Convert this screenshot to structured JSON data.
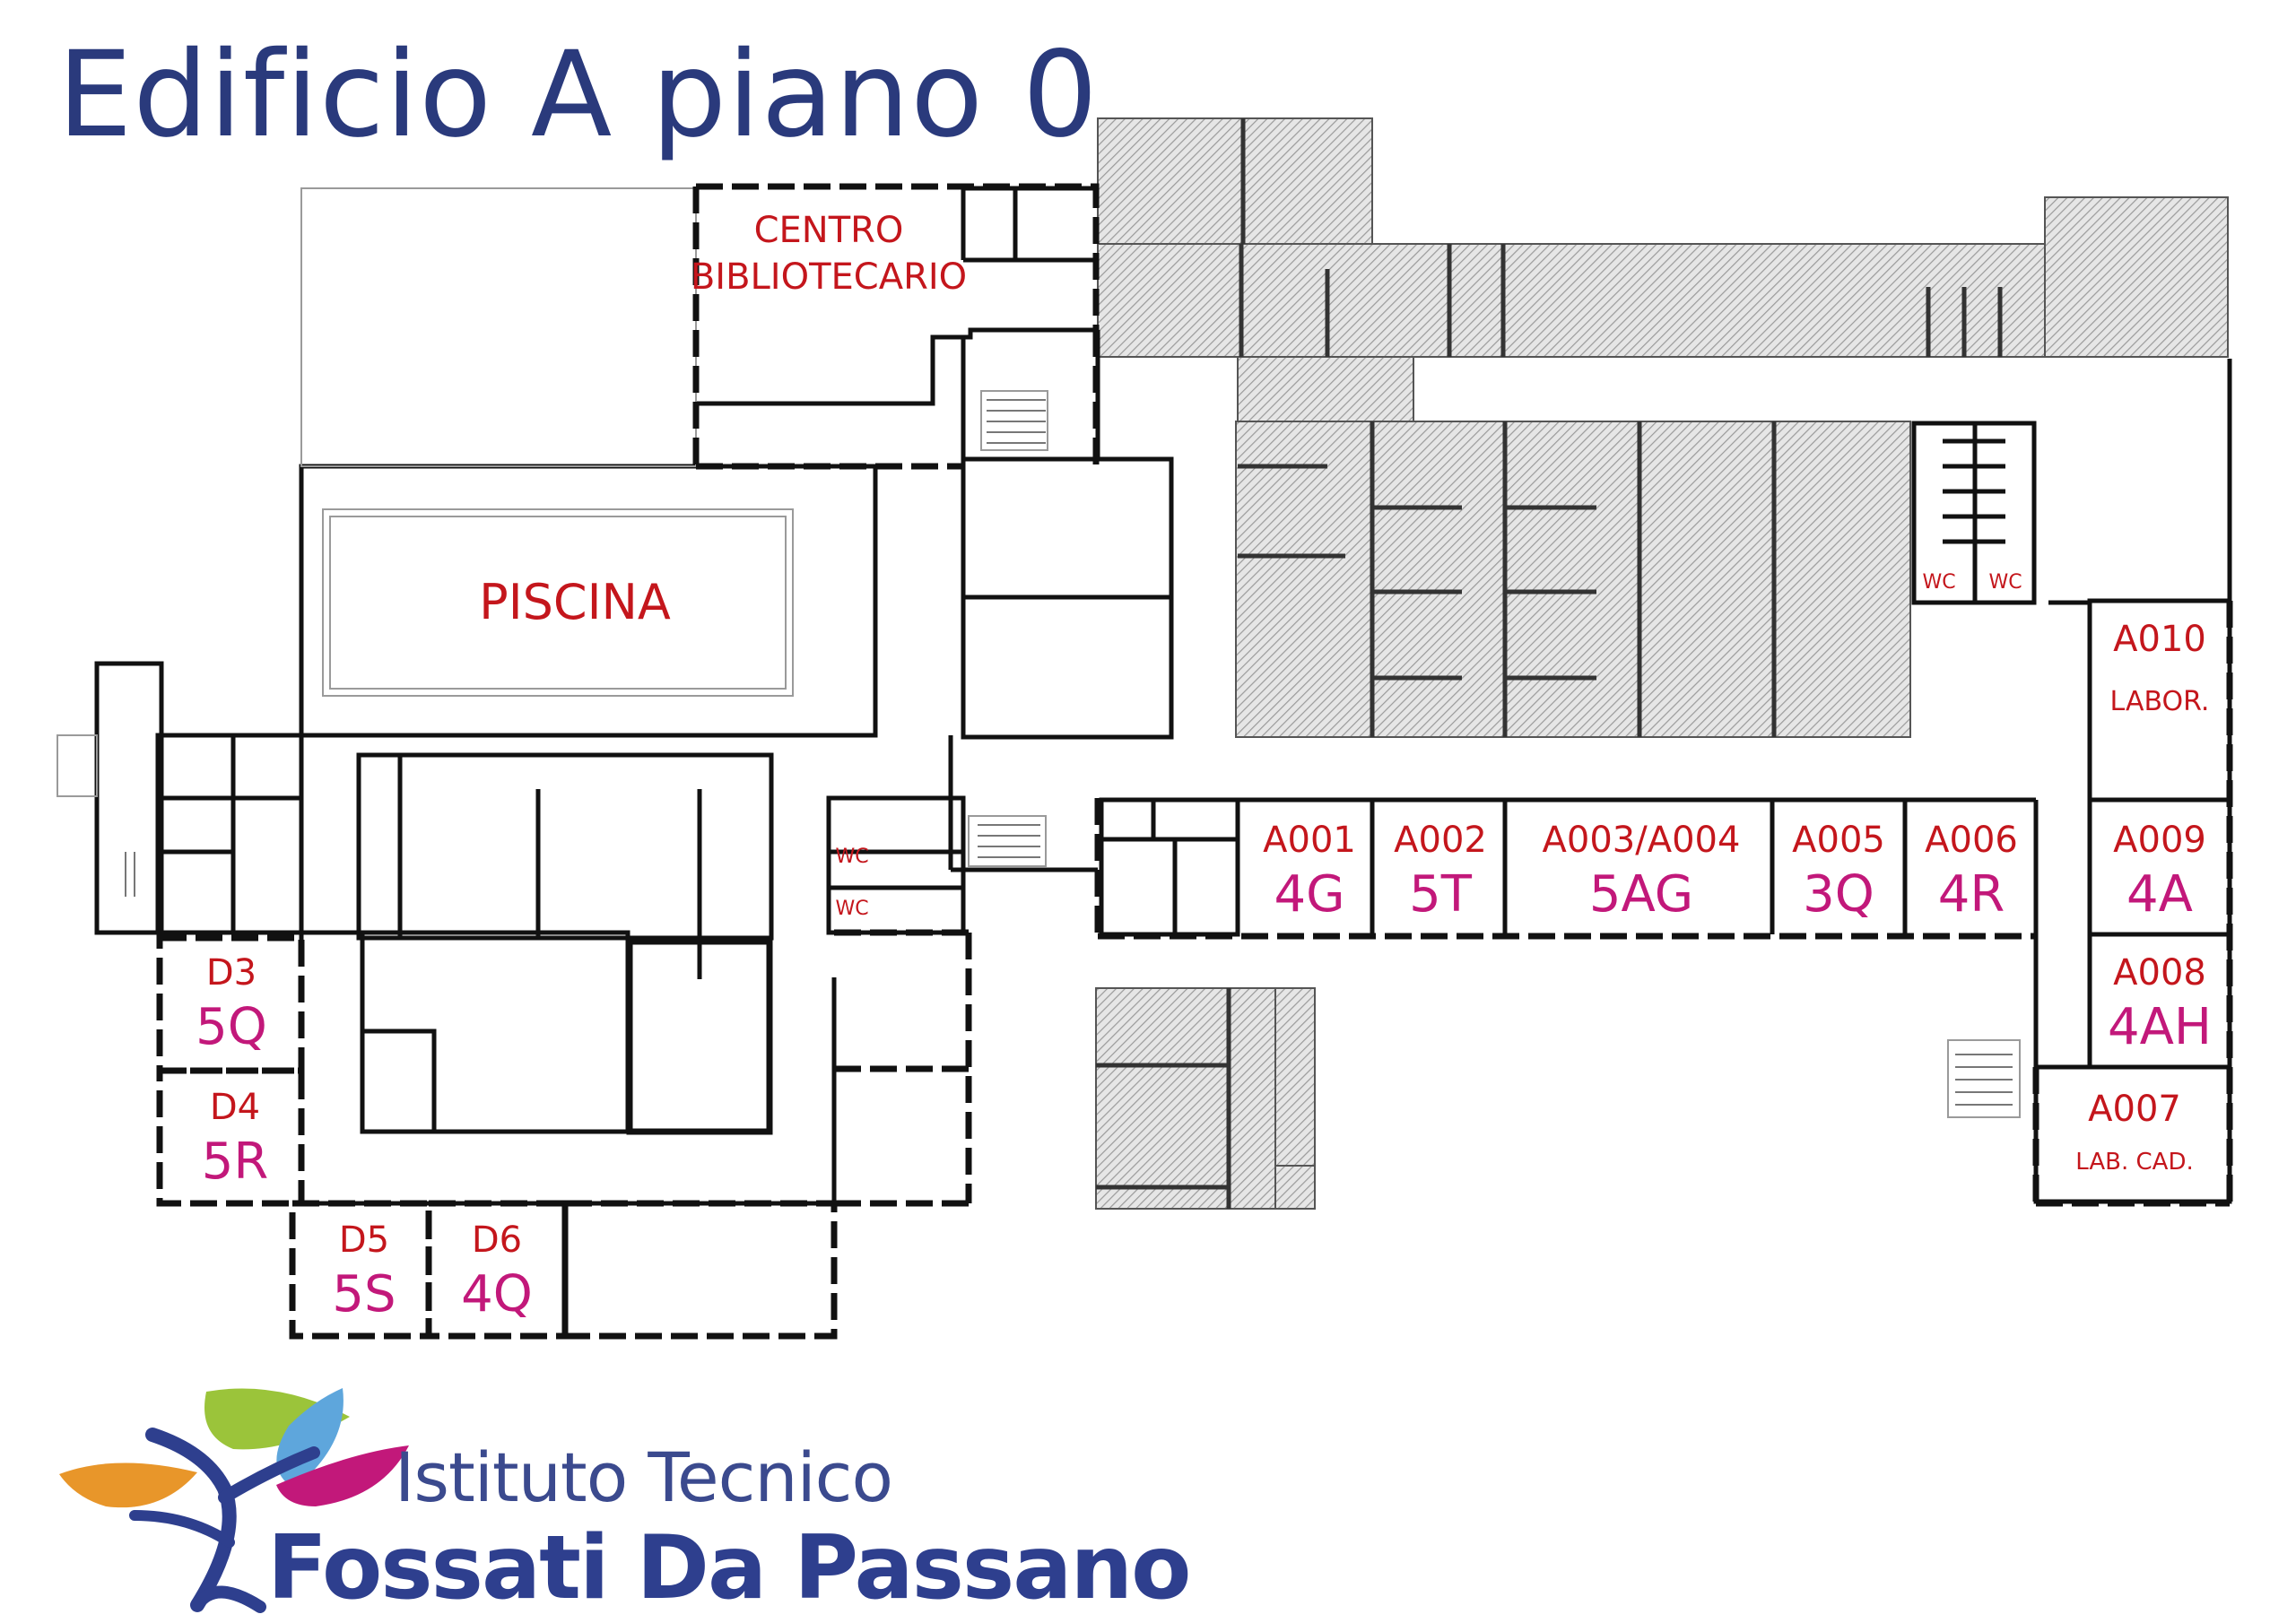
{
  "title": "Edificio A piano 0",
  "colors": {
    "title": "#2a3a7c",
    "room_code": "#c4161c",
    "class_label": "#c2187a",
    "wall": "#111111",
    "hatch": "#bdbdbd",
    "logo_blue": "#2e3f8e",
    "leaf_green": "#9bc43a",
    "leaf_blue": "#5ea6dc",
    "leaf_orange": "#e8962a",
    "leaf_magenta": "#c2187a"
  },
  "rooms": {
    "biblioteca": {
      "line1": "CENTRO",
      "line2": "BIBLIOTECARIO"
    },
    "piscina": "PISCINA",
    "wc": "WC",
    "a001": {
      "code": "A001",
      "class": "4G"
    },
    "a002": {
      "code": "A002",
      "class": "5T"
    },
    "a003": {
      "code": "A003/A004",
      "class": "5AG"
    },
    "a005": {
      "code": "A005",
      "class": "3Q"
    },
    "a006": {
      "code": "A006",
      "class": "4R"
    },
    "a010": {
      "code": "A010",
      "note": "LABOR."
    },
    "a009": {
      "code": "A009",
      "class": "4A"
    },
    "a008": {
      "code": "A008",
      "class": "4AH"
    },
    "a007": {
      "code": "A007",
      "note": "LAB. CAD."
    },
    "d3": {
      "code": "D3",
      "class": "5Q"
    },
    "d4": {
      "code": "D4",
      "class": "5R"
    },
    "d5": {
      "code": "D5",
      "class": "5S"
    },
    "d6": {
      "code": "D6",
      "class": "4Q"
    }
  },
  "logo": {
    "subtitle": "Istituto Tecnico",
    "name": "Fossati Da Passano",
    "icon": "tree-leaves-logo-icon"
  }
}
